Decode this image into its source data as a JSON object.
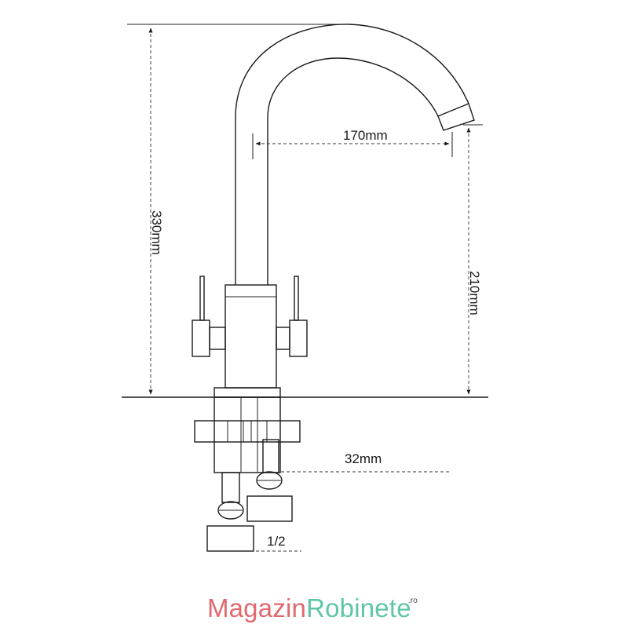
{
  "dimensions": {
    "total_height": "330mm",
    "spout_reach": "170mm",
    "spout_height": "210mm",
    "hose_offset": "32mm",
    "thread": "1/2"
  },
  "brand": {
    "part1": "Magazin",
    "part2": "Robinete",
    "tld": ".ro"
  },
  "colors": {
    "brand_part1": "#e0686e",
    "brand_part2": "#5ec6a8",
    "line": "#1a1a1a"
  }
}
